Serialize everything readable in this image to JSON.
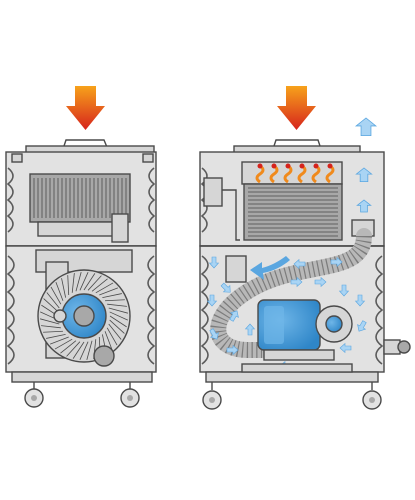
{
  "colors": {
    "background": "#ffffff",
    "outline": "#4a4a4a",
    "housing": "#e2e2e2",
    "panel": "#d6d6d6",
    "panel_dark": "#a8a8a8",
    "insulation_wave": "#5a5a5a",
    "heat_arrow_top": "#f7a21b",
    "heat_arrow_bottom": "#d6231c",
    "air_arrow": "#5aa6e0",
    "air_arrow_light": "#a9d4f4",
    "motor_blue": "#2f86c8",
    "motor_light": "#6fb6e8",
    "coil_orange": "#f08a1c",
    "hose_gray": "#b8b8b8"
  },
  "icons": {
    "heat_input": "heat-arrow-down-icon",
    "air_flow": "airflow-arrow-icon",
    "exhaust": "exhaust-arrow-up-icon",
    "wheel": "caster-wheel-icon",
    "handle": "lifting-handle-icon",
    "fan": "radial-fan-icon",
    "motor": "electric-motor-icon",
    "heater": "heating-coil-icon",
    "duct": "flexible-hose-icon",
    "cable": "power-connector-icon"
  },
  "views": [
    {
      "name": "front-section",
      "heat_input_count": 1,
      "wheel_count": 2
    },
    {
      "name": "side-section",
      "heat_input_count": 1,
      "wheel_count": 2,
      "exhaust_arrow_count": 3,
      "coil_count": 6
    }
  ]
}
